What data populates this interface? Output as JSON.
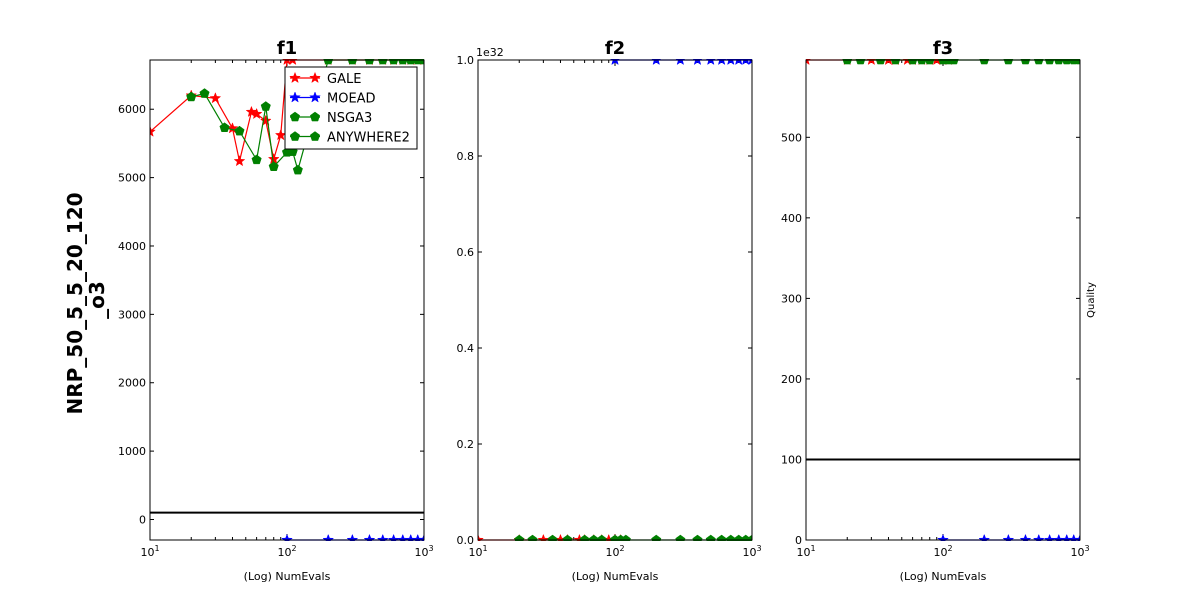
{
  "figure": {
    "ylabel_lines": [
      "NRP_50_5_5_20_120",
      "_o3"
    ],
    "right_label": "Quality"
  },
  "colors": {
    "GALE": "#ff0000",
    "MOEAD": "#0000ff",
    "NSGA3": "#008000",
    "ANYWHERE2": "#008000",
    "baseline": "#000000"
  },
  "chart_data": [
    {
      "type": "line",
      "title": "f1",
      "xlabel": "(Log) NumEvals",
      "xscale": "log",
      "xlim": [
        10,
        1000
      ],
      "ylim": [
        -300,
        6720
      ],
      "yticks": [
        0,
        1000,
        2000,
        3000,
        4000,
        5000,
        6000
      ],
      "ytick_labels": [
        "0",
        "1000",
        "2000",
        "3000",
        "4000",
        "5000",
        "6000"
      ],
      "y_multiplier": "",
      "baseline": 100,
      "legend": {
        "position": "top-right",
        "entries": [
          "GALE",
          "MOEAD",
          "NSGA3",
          "ANYWHERE2"
        ]
      },
      "series": [
        {
          "name": "GALE",
          "marker": "star",
          "x": [
            10,
            20,
            30,
            40,
            45,
            55,
            60,
            70,
            80,
            90,
            100,
            110,
            200,
            300,
            400,
            500,
            600,
            700,
            800,
            900,
            1000
          ],
          "y": [
            5670,
            6200,
            6160,
            5720,
            5240,
            5960,
            5930,
            5830,
            5270,
            5620,
            6720,
            6720,
            6720,
            6720,
            6720,
            6720,
            6720,
            6720,
            6720,
            6720,
            6720
          ]
        },
        {
          "name": "MOEAD",
          "marker": "star",
          "x": [
            100,
            200,
            300,
            400,
            500,
            600,
            700,
            800,
            900,
            1000
          ],
          "y": [
            -300,
            -300,
            -300,
            -300,
            -300,
            -300,
            -300,
            -300,
            -300,
            -300
          ]
        },
        {
          "name": "NSGA3",
          "marker": "pentagon",
          "x": [
            20,
            25,
            35,
            45,
            60,
            70,
            80,
            100,
            110,
            120,
            200,
            300,
            400,
            500,
            600,
            700,
            800,
            900,
            1000
          ],
          "y": [
            6180,
            6230,
            5730,
            5680,
            5260,
            6040,
            5160,
            5370,
            5380,
            5110,
            6720,
            6720,
            6720,
            6720,
            6720,
            6720,
            6720,
            6720,
            6720
          ]
        },
        {
          "name": "ANYWHERE2",
          "marker": "pentagon",
          "x": [],
          "y": []
        }
      ]
    },
    {
      "type": "line",
      "title": "f2",
      "xlabel": "(Log) NumEvals",
      "xscale": "log",
      "xlim": [
        10,
        1000
      ],
      "ylim": [
        0,
        1.0
      ],
      "yticks": [
        0,
        0.2,
        0.4,
        0.6,
        0.8,
        1.0
      ],
      "ytick_labels": [
        "0.0",
        "0.2",
        "0.4",
        "0.6",
        "0.8",
        "1.0"
      ],
      "y_multiplier": "1e32",
      "baseline": null,
      "series": [
        {
          "name": "GALE",
          "marker": "star",
          "x": [
            10,
            20,
            30,
            40,
            45,
            55,
            60,
            70,
            80,
            90,
            100,
            110
          ],
          "y": [
            0,
            0,
            0,
            0,
            0,
            0,
            0,
            0,
            0,
            0,
            0,
            0
          ]
        },
        {
          "name": "MOEAD",
          "marker": "star",
          "x": [
            100,
            200,
            300,
            400,
            500,
            600,
            700,
            800,
            900,
            1000
          ],
          "y": [
            1,
            1,
            1,
            1,
            1,
            1,
            1,
            1,
            1,
            1
          ]
        },
        {
          "name": "NSGA3",
          "marker": "pentagon",
          "x": [
            20,
            25,
            35,
            45,
            60,
            70,
            80,
            100,
            110,
            120,
            200,
            300,
            400,
            500,
            600,
            700,
            800,
            900,
            1000
          ],
          "y": [
            0,
            0,
            0,
            0,
            0,
            0,
            0,
            0,
            0,
            0,
            0,
            0,
            0,
            0,
            0,
            0,
            0,
            0,
            0
          ]
        }
      ]
    },
    {
      "type": "line",
      "title": "f3",
      "xlabel": "(Log) NumEvals",
      "xscale": "log",
      "xlim": [
        10,
        1000
      ],
      "ylim": [
        0,
        596
      ],
      "yticks": [
        0,
        100,
        200,
        300,
        400,
        500
      ],
      "ytick_labels": [
        "0",
        "100",
        "200",
        "300",
        "400",
        "500"
      ],
      "y_multiplier": "",
      "baseline": 100,
      "series": [
        {
          "name": "GALE",
          "marker": "star",
          "x": [
            10,
            20,
            30,
            40,
            45,
            55,
            60,
            70,
            80,
            90,
            100,
            110
          ],
          "y": [
            596,
            596,
            596,
            596,
            596,
            596,
            596,
            596,
            596,
            596,
            596,
            596
          ]
        },
        {
          "name": "MOEAD",
          "marker": "star",
          "x": [
            100,
            200,
            300,
            400,
            500,
            600,
            700,
            800,
            900,
            1000
          ],
          "y": [
            0,
            0,
            0,
            0,
            0,
            0,
            0,
            0,
            0,
            0
          ]
        },
        {
          "name": "NSGA3",
          "marker": "pentagon",
          "x": [
            20,
            25,
            35,
            45,
            60,
            70,
            80,
            100,
            110,
            120,
            200,
            300,
            400,
            500,
            600,
            700,
            800,
            900,
            1000
          ],
          "y": [
            596,
            596,
            596,
            596,
            596,
            596,
            596,
            596,
            596,
            596,
            596,
            596,
            596,
            596,
            596,
            596,
            596,
            596,
            596
          ]
        }
      ]
    }
  ]
}
